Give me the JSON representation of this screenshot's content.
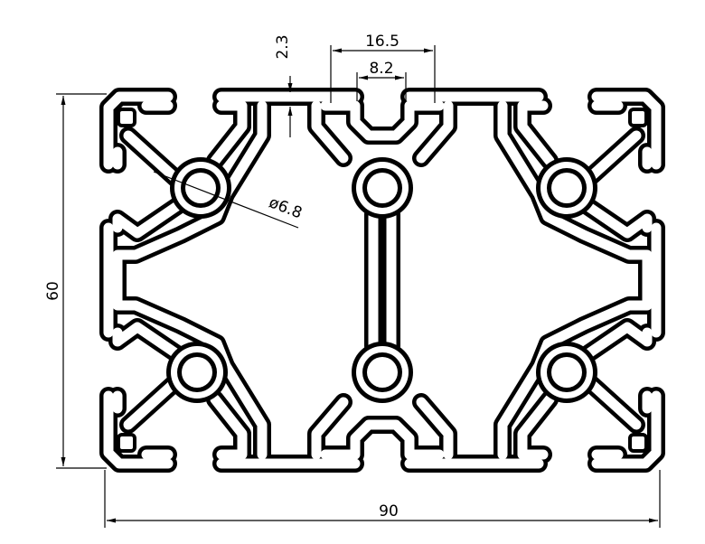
{
  "drawing": {
    "dimensions": {
      "width": "90",
      "height": "60",
      "slot_opening": "16.5",
      "slot_neck": "8.2",
      "wall_thickness": "2.3",
      "hole_diameter": "ø6.8"
    },
    "colors": {
      "ink": "#000000",
      "material": "#ffffff",
      "background": "#ffffff"
    }
  }
}
